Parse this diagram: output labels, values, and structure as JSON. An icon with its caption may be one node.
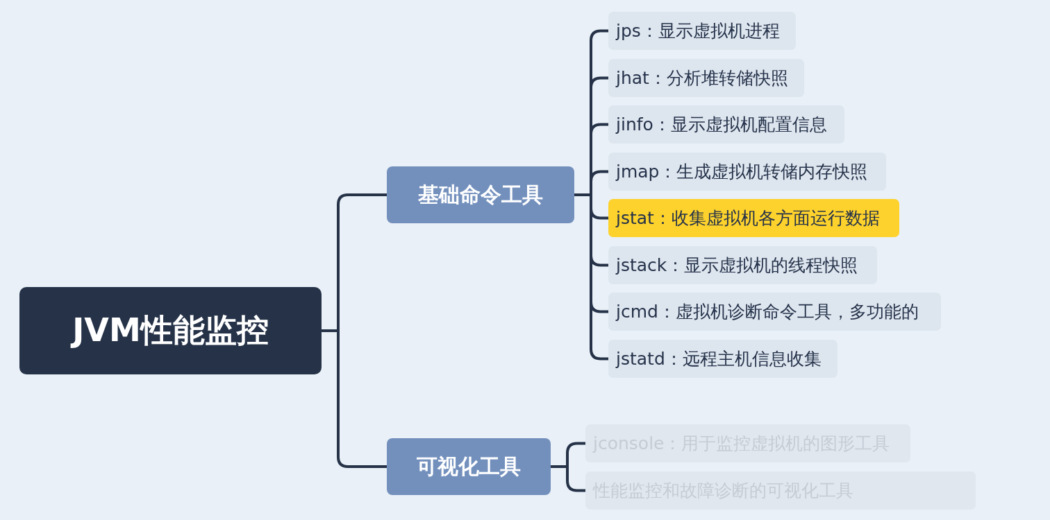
{
  "diagram": {
    "nodes": [
      {
        "text": [
          "JVM性能监控"
        ]
      },
      {
        "text": [
          "基础命令工具"
        ]
      },
      {
        "text": [
          "jps：显示虚拟机进程"
        ]
      },
      {
        "text": [
          "jhat：分析堆转储快照"
        ]
      },
      {
        "text": [
          "jinfo：显示虚拟机配置信息"
        ]
      },
      {
        "text": [
          "jmap：生成虚拟机转储内存快照"
        ]
      },
      {
        "text": [
          "jstat：收集虚拟机各方面运行数据"
        ]
      },
      {
        "text": [
          "jstack：显示虚拟机的线程快照"
        ]
      },
      {
        "text": [
          "jcmd：虚拟机诊断命令工具，多功能的"
        ]
      },
      {
        "text": [
          "jstatd：远程主机信息收集"
        ]
      },
      {
        "text": [
          "可视化工具"
        ]
      },
      {
        "text": [
          "jconsole：用于监控虚拟机的图形工具"
        ]
      },
      {
        "text": [
          "性能监控和故障诊断的可视化工具"
        ]
      }
    ],
    "edges": [
      {
        "from": 0,
        "to": 1,
        "arrow": "none"
      },
      {
        "from": 0,
        "to": 10,
        "arrow": "none"
      },
      {
        "from": 1,
        "to": 2,
        "arrow": "none"
      },
      {
        "from": 1,
        "to": 3,
        "arrow": "none"
      },
      {
        "from": 1,
        "to": 4,
        "arrow": "none"
      },
      {
        "from": 1,
        "to": 5,
        "arrow": "none"
      },
      {
        "from": 1,
        "to": 6,
        "arrow": "none"
      },
      {
        "from": 1,
        "to": 7,
        "arrow": "none"
      },
      {
        "from": 1,
        "to": 8,
        "arrow": "none"
      },
      {
        "from": 1,
        "to": 9,
        "arrow": "none"
      },
      {
        "from": 10,
        "to": 11,
        "arrow": "none"
      },
      {
        "from": 10,
        "to": 12,
        "arrow": "none"
      }
    ]
  }
}
